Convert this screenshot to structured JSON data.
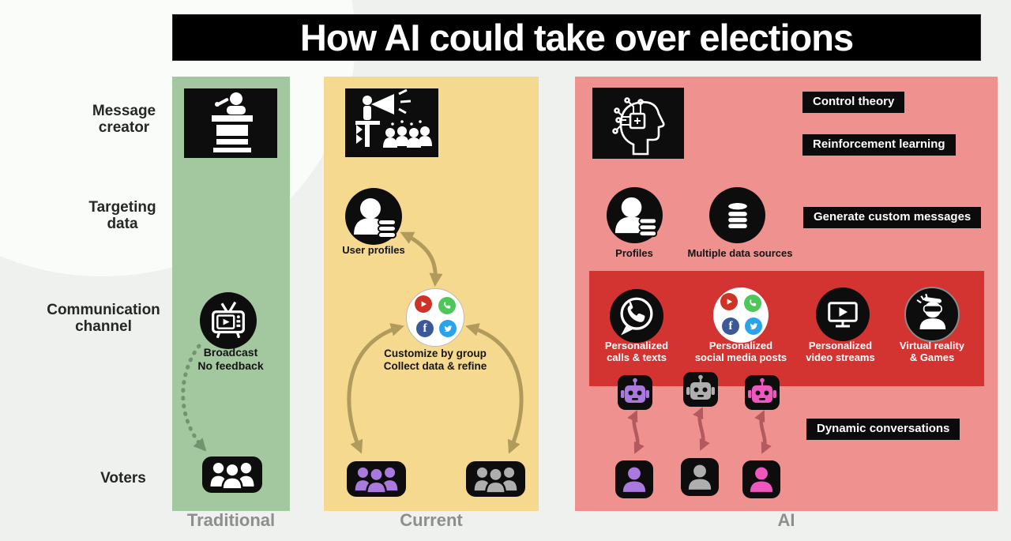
{
  "title": "How AI could take over elections",
  "row_labels": [
    {
      "label": "Message\ncreator"
    },
    {
      "label": "Targeting\ndata"
    },
    {
      "label": "Communication\nchannel"
    },
    {
      "label": "Voters"
    }
  ],
  "columns": {
    "traditional": {
      "label": "Traditional",
      "broadcast_caption": "Broadcast\nNo feedback"
    },
    "current": {
      "label": "Current",
      "user_profiles_label": "User profiles",
      "cycle_caption": "Customize by group\nCollect data & refine"
    },
    "ai": {
      "label": "AI",
      "tag_control_theory": "Control theory",
      "tag_reinforcement_learning": "Reinforcement learning",
      "tag_generate_custom_messages": "Generate custom messages",
      "tag_dynamic_conversations": "Dynamic conversations",
      "profiles_label": "Profiles",
      "data_sources_label": "Multiple data sources",
      "channels": [
        {
          "label": "Personalized\ncalls & texts",
          "icon": "phone-chat-icon"
        },
        {
          "label": "Personalized\nsocial media posts",
          "icon": "social-media-icons"
        },
        {
          "label": "Personalized\nvideo streams",
          "icon": "video-stream-icon"
        },
        {
          "label": "Virtual reality\n& Games",
          "icon": "vr-headset-icon"
        }
      ]
    }
  },
  "icons": {
    "traditional_creator": "podium-speaker-icon",
    "traditional_channel": "tv-broadcast-icon",
    "voters_group": "people-group-icon",
    "current_creator": "megaphone-crowd-icon",
    "current_targeting": "user-profiles-icon",
    "current_channel": "social-media-icons",
    "ai_creator": "ai-head-icon",
    "ai_profiles": "person-database-icon",
    "ai_data_sources": "database-icon",
    "ai_bots": "chatbot-icon",
    "ai_voters": "person-icon"
  },
  "colors": {
    "page_bg": "#eff1ee",
    "banner_bg": "#000000",
    "banner_text": "#ffffff",
    "traditional_bg": "#a3c79f",
    "current_bg": "#f5d98e",
    "ai_bg": "#ef918e",
    "ai_band_bg": "#d43431",
    "icon_bg": "#0d0d0d",
    "purple": "#a979de",
    "gray": "#aeaeae",
    "pink": "#ee58be",
    "arrow_olive": "#b09a5c",
    "arrow_rose": "#b25a5f",
    "arrow_dotted_green": "#6f9570",
    "column_label_gray": "#8e8e8e",
    "youtube_red": "#cd3327",
    "whatsapp_green": "#4fc65a",
    "facebook_blue": "#3b5998",
    "twitter_blue": "#2aa3ef"
  }
}
